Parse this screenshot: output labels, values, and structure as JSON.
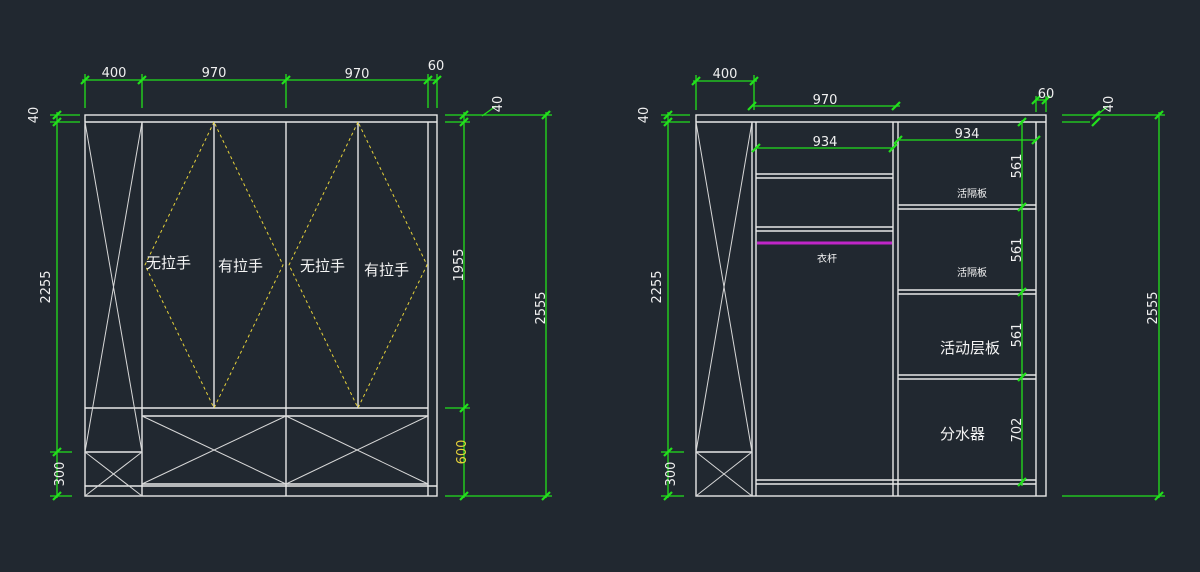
{
  "left": {
    "top_dims": [
      "400",
      "970",
      "970",
      "60"
    ],
    "left_dims": [
      "40",
      "2255",
      "300"
    ],
    "right_dims": [
      "40",
      "1955",
      "600",
      "2555"
    ],
    "door_labels": [
      "无拉手",
      "有拉手",
      "无拉手",
      "有拉手"
    ]
  },
  "right": {
    "top_dims": [
      "400",
      "970",
      "60"
    ],
    "inner_dims": [
      "934",
      "934"
    ],
    "left_dims": [
      "40",
      "2255",
      "300"
    ],
    "right_dims": [
      "40",
      "2555"
    ],
    "shelf_dims": [
      "561",
      "561",
      "561",
      "702"
    ],
    "labels": {
      "shelf1": "活隔板",
      "shelf2": "活隔板",
      "rod": "衣杆",
      "movable": "活动层板",
      "divider": "分水器"
    }
  },
  "colors": {
    "background": "#212830",
    "outline": "#e8e8e8",
    "dimension": "#22e01c",
    "door_swing": "#e6d23a",
    "hanging_rod": "#c026c8"
  }
}
